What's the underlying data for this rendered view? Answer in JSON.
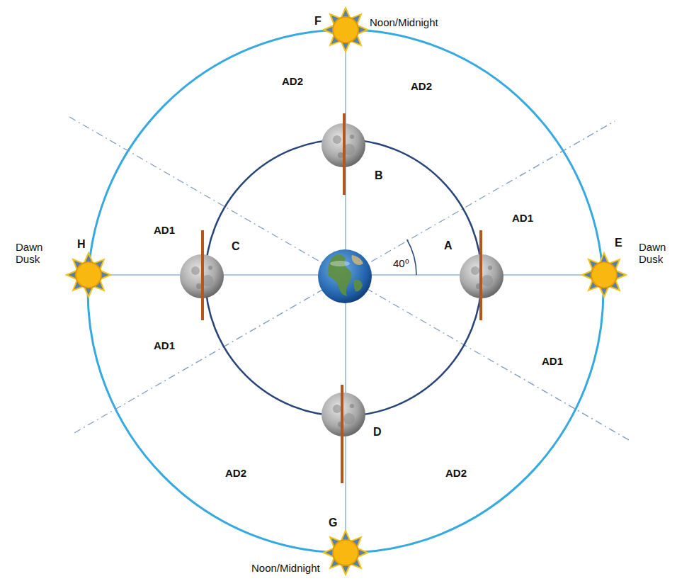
{
  "diagram": {
    "labels": [
      "Noon/Midnight",
      "F",
      "AD2",
      "AD2",
      "B",
      "AD1",
      "E",
      "Dawn Dusk",
      "Dawn Dusk",
      "H",
      "AD1",
      "C",
      "A",
      "40⁰",
      "AD1",
      "AD1",
      "D",
      "AD2",
      "AD2",
      "Noon/Midnight",
      "G"
    ]
  }
}
